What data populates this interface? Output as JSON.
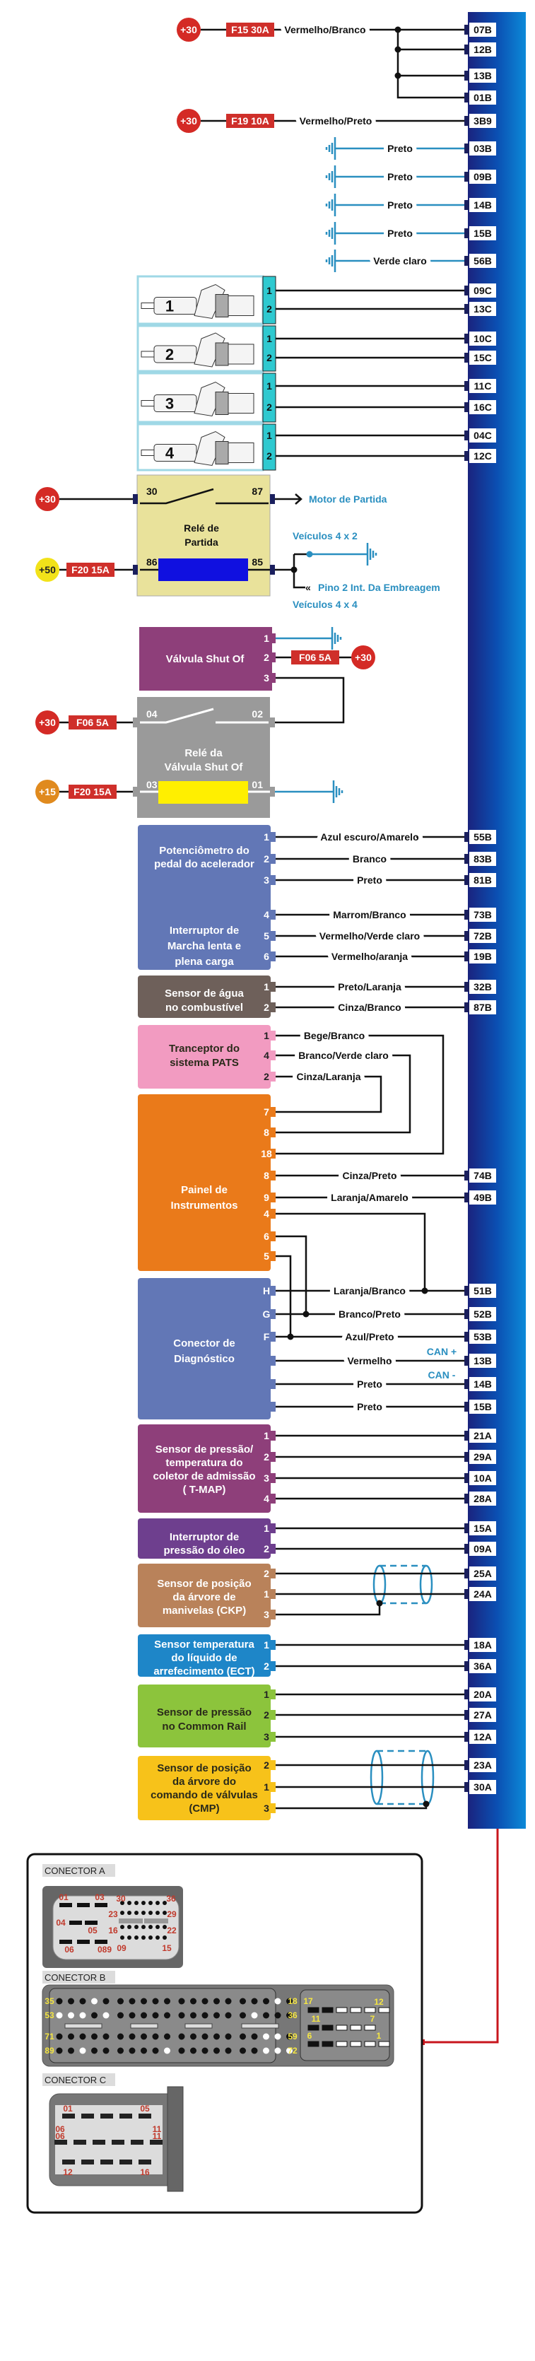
{
  "colors": {
    "ecu_bar_dark": "#1a237e",
    "ecu_bar_light": "#0c8ad8",
    "fuse": "#cf2f2a",
    "plus30": "#d42a25",
    "plus50": "#f2e21a",
    "plus15": "#e08a1e",
    "ground_wire": "#2a8fc0"
  },
  "power_feeds": [
    {
      "source": "+30",
      "fuse": "F15 30A",
      "wire": "Vermelho/Branco",
      "ecu_pins": [
        "07B",
        "12B",
        "13B",
        "01B"
      ]
    },
    {
      "source": "+30",
      "fuse": "F19 10A",
      "wire": "Vermelho/Preto",
      "ecu_pins": [
        "3B9"
      ]
    }
  ],
  "grounds": [
    {
      "wire": "Preto",
      "ecu_pin": "03B"
    },
    {
      "wire": "Preto",
      "ecu_pin": "09B"
    },
    {
      "wire": "Preto",
      "ecu_pin": "14B"
    },
    {
      "wire": "Preto",
      "ecu_pin": "15B"
    },
    {
      "wire": "Verde claro",
      "ecu_pin": "56B"
    }
  ],
  "injectors": [
    {
      "number": "1",
      "pins": [
        {
          "pin": "1",
          "ecu_pin": "09C"
        },
        {
          "pin": "2",
          "ecu_pin": "13C"
        }
      ]
    },
    {
      "number": "2",
      "pins": [
        {
          "pin": "1",
          "ecu_pin": "10C"
        },
        {
          "pin": "2",
          "ecu_pin": "15C"
        }
      ]
    },
    {
      "number": "3",
      "pins": [
        {
          "pin": "1",
          "ecu_pin": "11C"
        },
        {
          "pin": "2",
          "ecu_pin": "16C"
        }
      ]
    },
    {
      "number": "4",
      "pins": [
        {
          "pin": "1",
          "ecu_pin": "04C"
        },
        {
          "pin": "2",
          "ecu_pin": "12C"
        }
      ]
    }
  ],
  "starter_relay": {
    "title": [
      "Relé de",
      "Partida"
    ],
    "pin_30": "30",
    "pin_87": "87",
    "pin_86": "86",
    "pin_85": "85",
    "supply": "+30",
    "coil_supply": "+50",
    "coil_fuse": "F20 15A",
    "output": "Motor de Partida",
    "variant_4x2": "Veículos 4 x 2",
    "clutch_pin": "Pino 2 Int. Da Embreagem",
    "variant_4x4": "Veículos 4 x 4"
  },
  "shutoff_valve": {
    "title": "Válvula Shut Of",
    "pins": [
      "1",
      "2",
      "3"
    ],
    "fuse": "F06 5A",
    "supply": "+30"
  },
  "shutoff_relay": {
    "title": [
      "Relé da",
      "Válvula Shut Of"
    ],
    "pin_04": "04",
    "pin_02": "02",
    "pin_03": "03",
    "pin_01": "01",
    "supply": "+30",
    "fuse": "F06 5A",
    "coil_supply": "+15",
    "coil_fuse": "F20 15A"
  },
  "components": [
    {
      "id": "accelerator",
      "titles": [
        [
          "Potenciômetro do",
          "pedal do acelerador"
        ],
        [
          "Interruptor de",
          "Marcha lenta e",
          "plena carga"
        ]
      ],
      "pins": [
        {
          "pin": "1",
          "wire": "Azul escuro/Amarelo",
          "ecu_pin": "55B"
        },
        {
          "pin": "2",
          "wire": "Branco",
          "ecu_pin": "83B"
        },
        {
          "pin": "3",
          "wire": "Preto",
          "ecu_pin": "81B"
        },
        {
          "pin": "4",
          "wire": "Marrom/Branco",
          "ecu_pin": "73B"
        },
        {
          "pin": "5",
          "wire": "Vermelho/Verde claro",
          "ecu_pin": "72B"
        },
        {
          "pin": "6",
          "wire": "Vermelho/aranja",
          "ecu_pin": "19B"
        }
      ]
    },
    {
      "id": "water",
      "titles": [
        [
          "Sensor de água",
          "no combustível"
        ]
      ],
      "pins": [
        {
          "pin": "1",
          "wire": "Preto/Laranja",
          "ecu_pin": "32B"
        },
        {
          "pin": "2",
          "wire": "Cinza/Branco",
          "ecu_pin": "87B"
        }
      ]
    },
    {
      "id": "tmap",
      "titles": [
        [
          "Sensor de pressão/",
          "temperatura do",
          "coletor de admissão",
          "( T-MAP)"
        ]
      ],
      "pins": [
        {
          "pin": "1",
          "ecu_pin": "21A"
        },
        {
          "pin": "2",
          "ecu_pin": "29A"
        },
        {
          "pin": "3",
          "ecu_pin": "10A"
        },
        {
          "pin": "4",
          "ecu_pin": "28A"
        }
      ]
    },
    {
      "id": "oil",
      "titles": [
        [
          "Interruptor de",
          "pressão do óleo"
        ]
      ],
      "pins": [
        {
          "pin": "1",
          "ecu_pin": "15A"
        },
        {
          "pin": "2",
          "ecu_pin": "09A"
        }
      ]
    },
    {
      "id": "ckp",
      "titles": [
        [
          "Sensor de posição",
          "da árvore de",
          "manivelas (CKP)"
        ]
      ],
      "pins": [
        {
          "pin": "2",
          "ecu_pin": "25A"
        },
        {
          "pin": "1",
          "ecu_pin": "24A"
        },
        {
          "pin": "3"
        }
      ]
    },
    {
      "id": "ect",
      "titles": [
        [
          "Sensor temperatura",
          "do líquido de",
          "arrefecimento (ECT)"
        ]
      ],
      "pins": [
        {
          "pin": "1",
          "ecu_pin": "18A"
        },
        {
          "pin": "2",
          "ecu_pin": "36A"
        }
      ]
    },
    {
      "id": "rail",
      "titles": [
        [
          "Sensor de pressão",
          "no Common Rail"
        ]
      ],
      "pins": [
        {
          "pin": "1",
          "ecu_pin": "20A"
        },
        {
          "pin": "2",
          "ecu_pin": "27A"
        },
        {
          "pin": "3",
          "ecu_pin": "12A"
        }
      ]
    },
    {
      "id": "cmp",
      "titles": [
        [
          "Sensor de posição",
          "da árvore do",
          "comando de válvulas",
          "(CMP)"
        ]
      ],
      "pins": [
        {
          "pin": "2",
          "ecu_pin": "23A"
        },
        {
          "pin": "1",
          "ecu_pin": "30A"
        },
        {
          "pin": "3"
        }
      ]
    }
  ],
  "pats": {
    "title": [
      "Tranceptor do",
      "sistema PATS"
    ],
    "pins": [
      {
        "pin": "1",
        "wire": "Bege/Branco"
      },
      {
        "pin": "4",
        "wire": "Branco/Verde claro"
      },
      {
        "pin": "2",
        "wire": "Cinza/Laranja"
      }
    ]
  },
  "instrument_panel": {
    "title": [
      "Painel de",
      "Instrumentos"
    ],
    "pins": [
      {
        "pin": "7"
      },
      {
        "pin": "8"
      },
      {
        "pin": "18"
      },
      {
        "pin": "8",
        "wire": "Cinza/Preto",
        "ecu_pin": "74B"
      },
      {
        "pin": "9",
        "wire": "Laranja/Amarelo",
        "ecu_pin": "49B"
      },
      {
        "pin": "4"
      },
      {
        "pin": "6"
      },
      {
        "pin": "5"
      }
    ]
  },
  "diagnostic": {
    "title": [
      "Conector de",
      "Diagnóstico"
    ],
    "pins": [
      {
        "pin": "H",
        "wire": "Laranja/Branco",
        "ecu_pin": "51B"
      },
      {
        "pin": "G",
        "wire": "Branco/Preto",
        "ecu_pin": "52B"
      },
      {
        "pin": "F",
        "wire": "Azul/Preto",
        "ecu_pin": "53B"
      },
      {
        "wire": "Vermelho",
        "ecu_pin": "13B",
        "can": "CAN +"
      },
      {
        "wire": "Preto",
        "ecu_pin": "14B",
        "can": "CAN -"
      },
      {
        "wire": "Preto",
        "ecu_pin": "15B"
      }
    ]
  },
  "connectors": {
    "a": {
      "label": "CONECTOR A",
      "pin_numbers": [
        "01",
        "03",
        "30",
        "36",
        "23",
        "29",
        "04",
        "05",
        "16",
        "22",
        "06",
        "089",
        "09",
        "15"
      ]
    },
    "b": {
      "label": "CONECTOR B",
      "pin_numbers": [
        "35",
        "18",
        "17",
        "12",
        "53",
        "36",
        "11",
        "7",
        "71",
        "59",
        "6",
        "1",
        "89",
        "72"
      ]
    },
    "c": {
      "label": "CONECTOR C",
      "pin_numbers": [
        "01",
        "05",
        "06",
        "11",
        "06",
        "11",
        "12",
        "16"
      ]
    }
  }
}
